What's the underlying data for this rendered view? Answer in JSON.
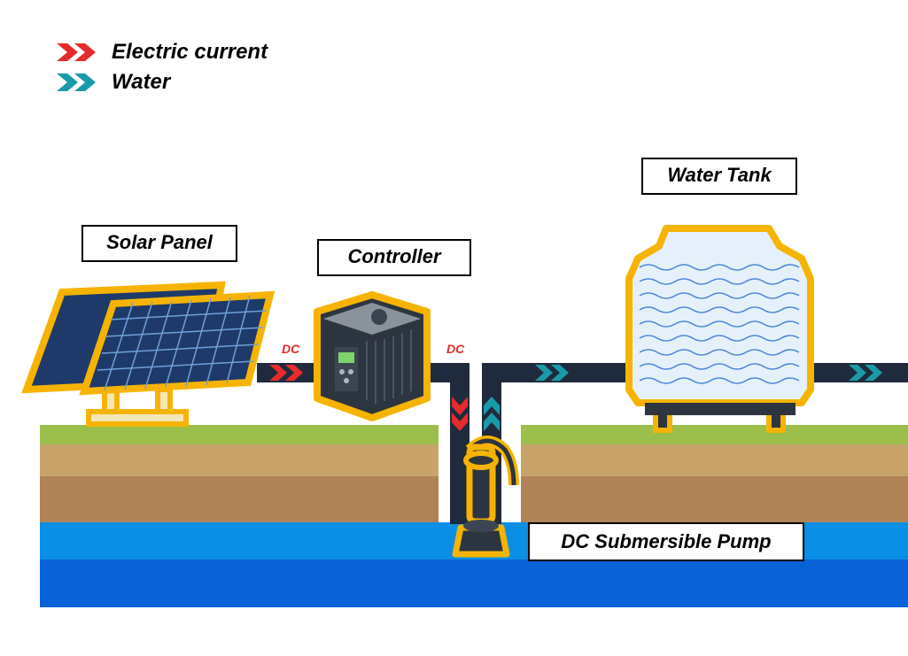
{
  "legend": {
    "items": [
      {
        "label": "Electric current",
        "color": "#e52b2b",
        "icon": "double-chevron-icon"
      },
      {
        "label": "Water",
        "color": "#1a9aa8",
        "icon": "double-chevron-icon"
      }
    ]
  },
  "components": {
    "solar_panel": "Solar Panel",
    "controller": "Controller",
    "water_tank": "Water Tank",
    "pump": "DC Submersible Pump"
  },
  "wire_labels": {
    "panel_to_controller": "DC",
    "controller_to_pump": "DC"
  },
  "colors": {
    "pipe": "#1f2a3d",
    "highlight": "#f6b400",
    "grass": "#9bbf4a",
    "soil_light": "#c8a46a",
    "soil_dark": "#b08456",
    "water_light": "#0a8fe6",
    "water_dark": "#0a62d8",
    "electric": "#e52b2b",
    "water_flow": "#1a9aa8"
  }
}
